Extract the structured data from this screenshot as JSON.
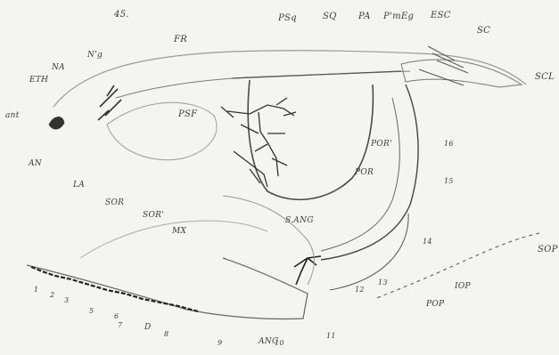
{
  "figure_number": "45.",
  "labels": {
    "fr": "FR",
    "psq": "PSq",
    "sq": "SQ",
    "pa": "PA",
    "pbmeg": "P'mEg",
    "esc": "ESC",
    "sc": "SC",
    "scl": "SCL",
    "ng": "NA",
    "na": "N'g",
    "eth": "ETH",
    "ant": "ant",
    "an": "AN",
    "la": "LA",
    "sor1": "SOR",
    "sor2": "SOR'",
    "mx": "MX",
    "psf": "PSF",
    "por2": "POR'",
    "por1": "POR",
    "sang": "S.ANG",
    "sop": "SOP",
    "iop": "IOP",
    "pop": "POP",
    "d": "D",
    "ang": "ANG",
    "n1": "1",
    "n2": "2",
    "n3": "3",
    "n5": "5",
    "n6": "6",
    "n7": "7",
    "n8": "8",
    "n9": "9",
    "n10": "10",
    "n11": "11",
    "n12": "12",
    "n13": "13",
    "n14": "14",
    "n15": "15",
    "n16": "16"
  },
  "colors": {
    "ink": "#3a3a3a",
    "paper": "#f4f4f2"
  }
}
